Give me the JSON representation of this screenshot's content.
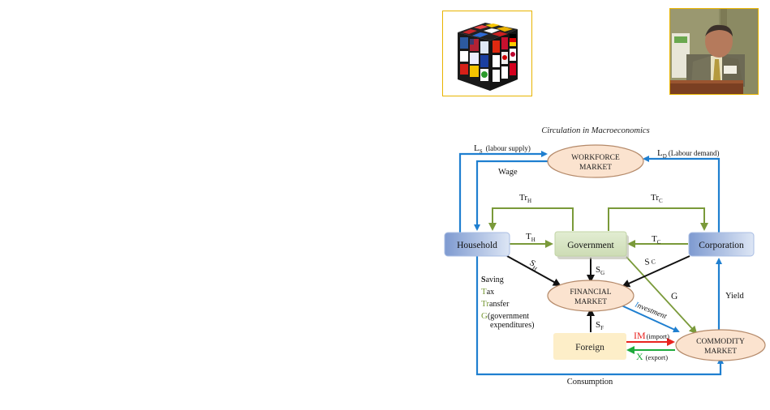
{
  "images": {
    "cube": {
      "alt": "Rubik's cube with national flags and corporate logos"
    },
    "speaker": {
      "alt": "Speaker at a podium"
    }
  },
  "diagram": {
    "title": "Circulation in Macroeconomics",
    "nodes": {
      "workforce_market": [
        "WORKFORCE",
        "MARKET"
      ],
      "household": "Household",
      "government": "Government",
      "corporation": "Corporation",
      "financial_market": [
        "FINANCIAL",
        "MARKET"
      ],
      "foreign": "Foreign",
      "commodity_market": [
        "COMMODITY",
        "MARKET"
      ]
    },
    "edges": {
      "labour_supply": {
        "main": "L",
        "sub": "S",
        "note": "(labour supply)"
      },
      "labour_demand": {
        "main": "L",
        "sub": "D",
        "note": "(Labour demand)"
      },
      "wage": "Wage",
      "transfer_household": {
        "main": "Tr",
        "sub": "H"
      },
      "transfer_corporation": {
        "main": "Tr",
        "sub": "C"
      },
      "tax_household": {
        "main": "T",
        "sub": "H"
      },
      "tax_corporation": {
        "main": "T",
        "sub": "C"
      },
      "saving_household": {
        "main": "S",
        "sub": "H"
      },
      "saving_government": {
        "main": "S",
        "sub": "G"
      },
      "saving_corporation": {
        "main": "S",
        "sub": "C"
      },
      "saving_foreign": {
        "main": "S",
        "sub": "F"
      },
      "government_expenditure": "G",
      "yield": "Yield",
      "investment": {
        "first": "I",
        "rest": "nvestment"
      },
      "import": {
        "main": "IM",
        "note": "(import)"
      },
      "export": {
        "main": "X",
        "note": "(export)"
      },
      "consumption": "Consumption"
    },
    "legend": [
      {
        "initial": "S",
        "rest": "aving",
        "color": "#222222"
      },
      {
        "initial": "T",
        "rest": "ax",
        "color": "#7a9a3a"
      },
      {
        "initial": "Tr",
        "rest": "ansfer",
        "color": "#7a9a3a"
      },
      {
        "initial": "G",
        "rest": "(government",
        "rest2": "expenditures)",
        "color": "#7a9a3a"
      }
    ],
    "colors": {
      "blue_flow": "#1f7fd0",
      "green_flow": "#7a9a3a",
      "black_flow": "#111111",
      "import_red": "#e8231f",
      "export_green": "#1daa3c",
      "market_fill": "#fbe3cf",
      "market_stroke": "#b58a6a",
      "foreign_fill": "#fdeec8",
      "government_fill": "#d8e6c4"
    }
  }
}
